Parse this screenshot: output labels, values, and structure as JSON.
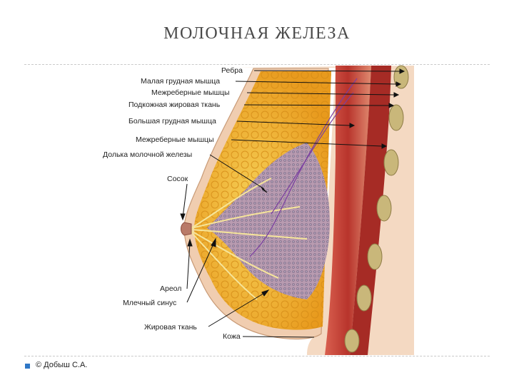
{
  "slide": {
    "title": "МОЛОЧНАЯ ЖЕЛЕЗА",
    "footer": "© Добыш С.А."
  },
  "diagram": {
    "labels": {
      "ribs": "Ребра",
      "pectoralis_minor": "Малая грудная мышца",
      "intercostal_1": "Межреберные мышцы",
      "subcutaneous_fat": "Подкожная жировая ткань",
      "pectoralis_major": "Большая грудная мышца",
      "intercostal_2": "Межреберные мышцы",
      "gland_lobule": "Долька молочной железы",
      "nipple": "Сосок",
      "areola": "Ареол",
      "milk_sinus": "Млечный синус",
      "fat_tissue": "Жировая ткань",
      "skin": "Кожа"
    },
    "colors": {
      "fat": "#f2b62d",
      "muscle": "#c8463a",
      "gland": "#8c6d8a",
      "rib": "#c9b77a",
      "skin": "#f0cdb0"
    }
  }
}
